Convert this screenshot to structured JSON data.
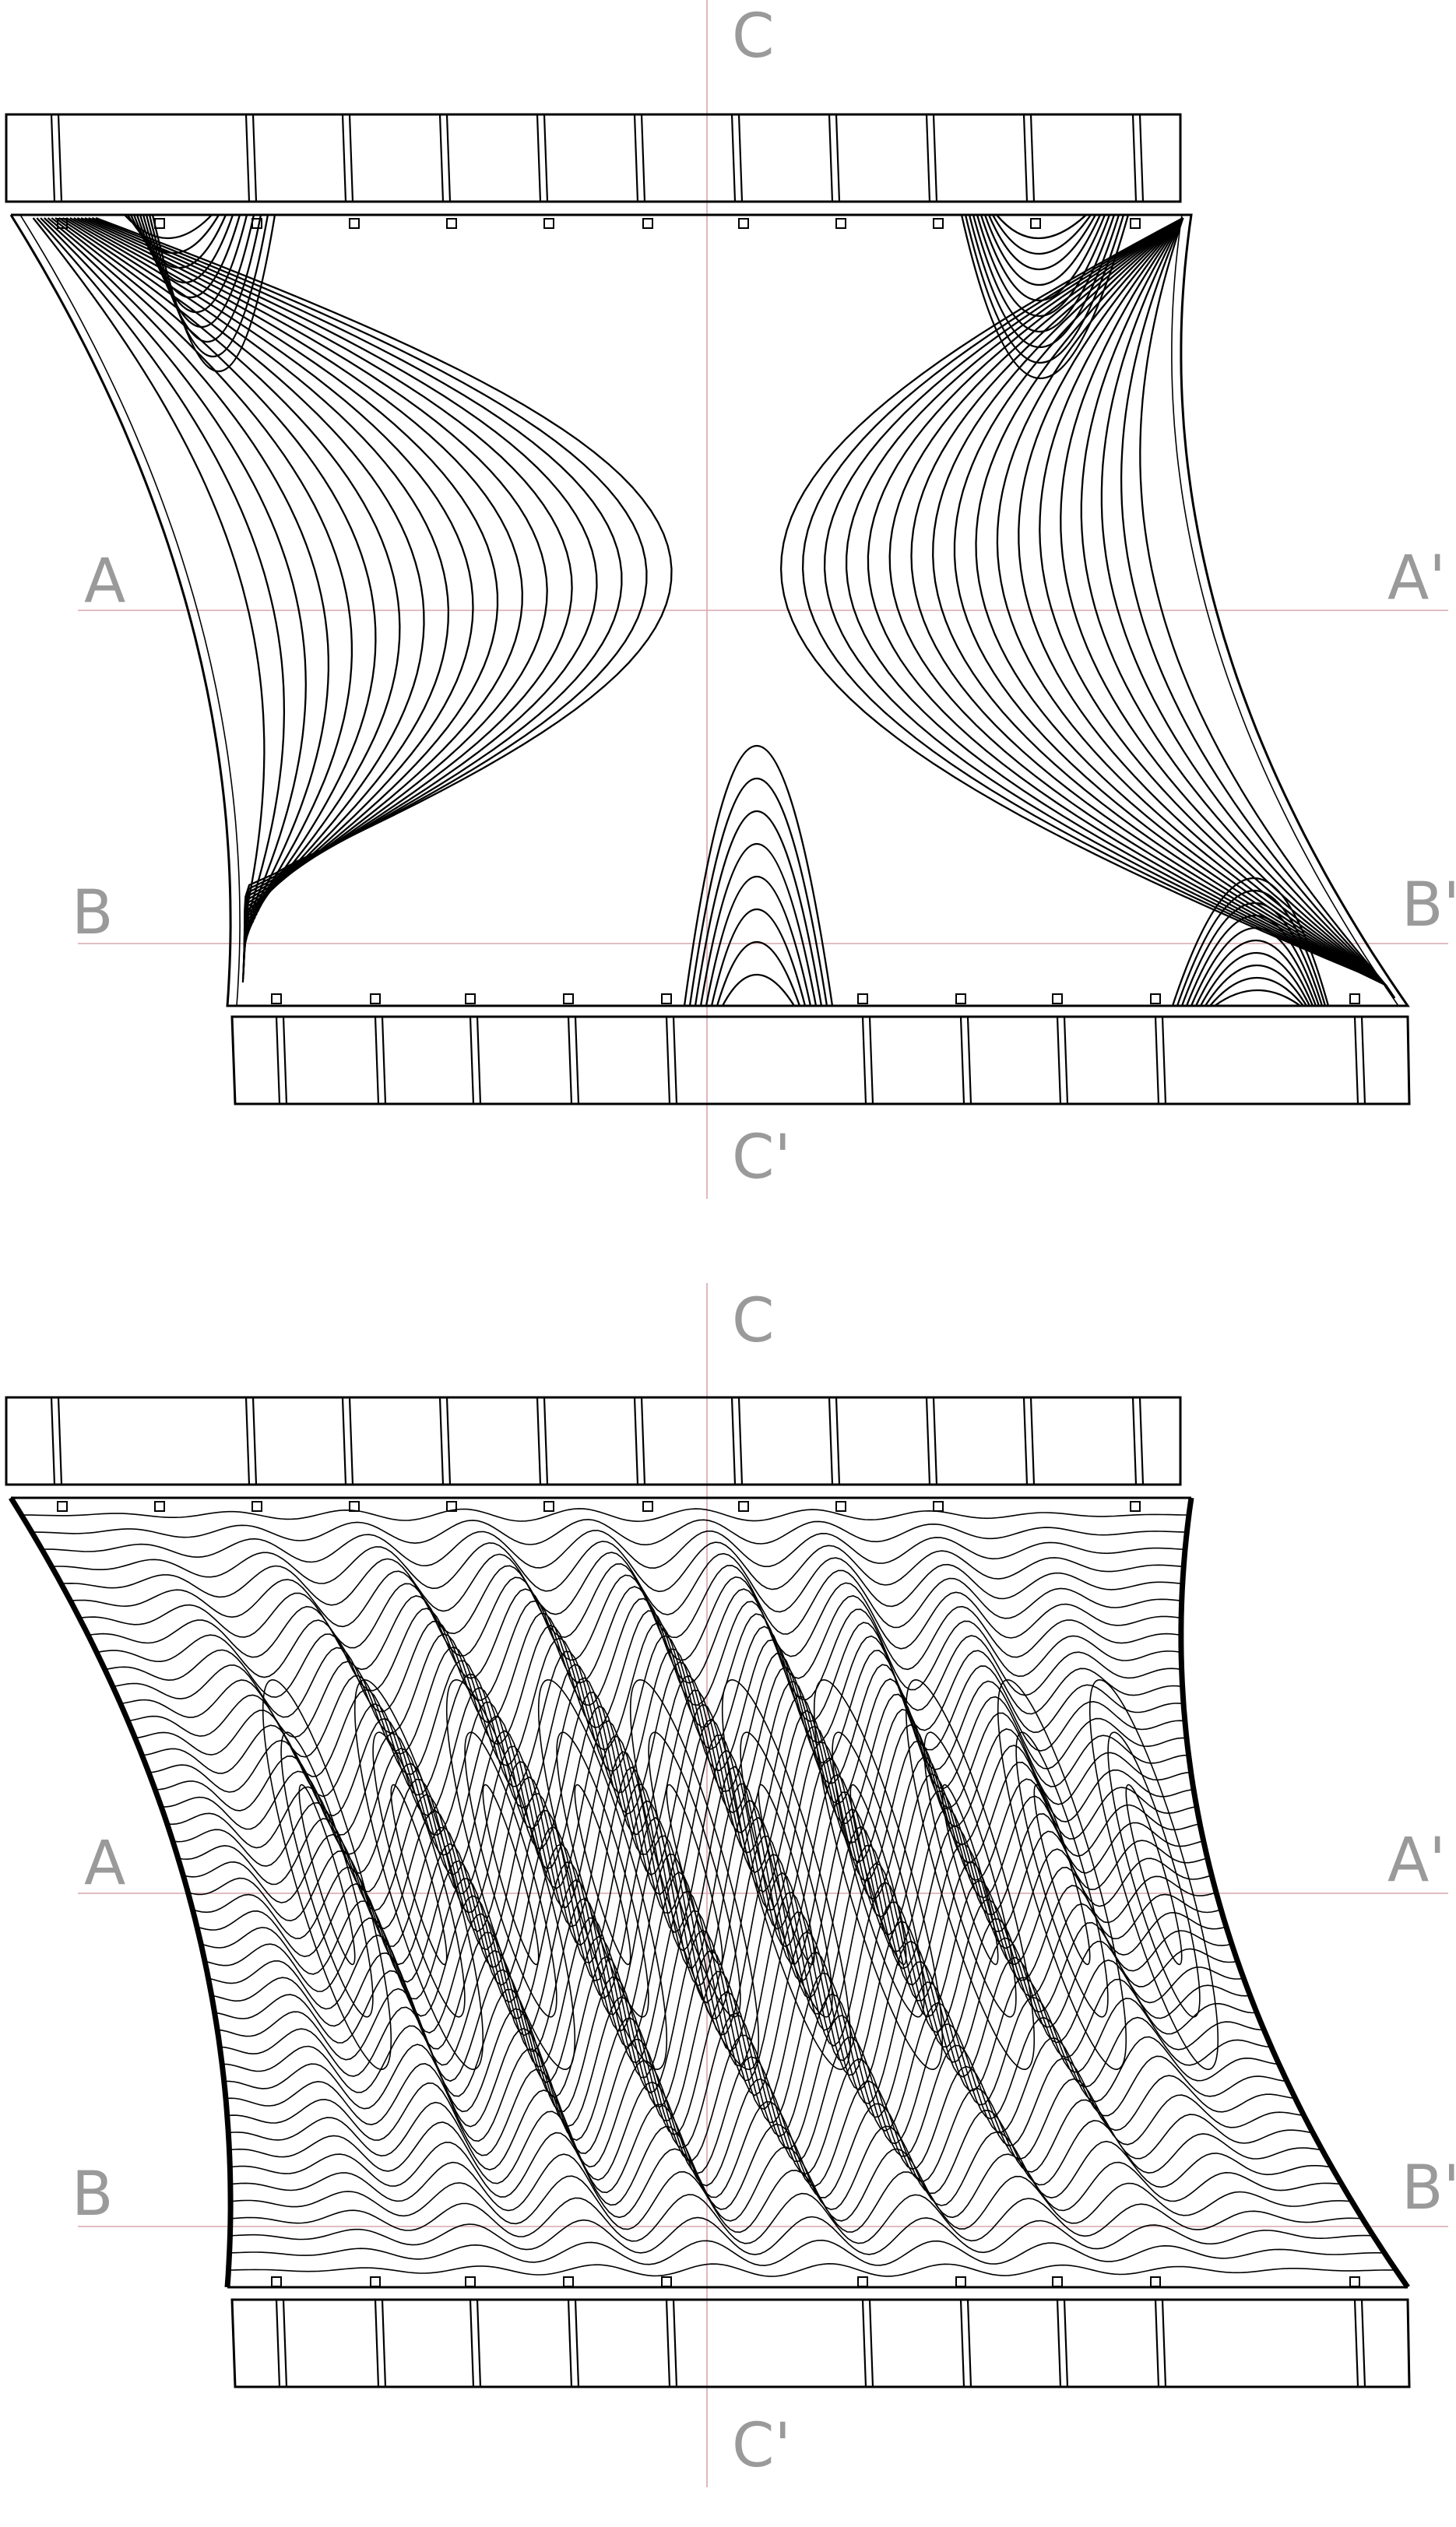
{
  "panels": [
    {
      "id": "top",
      "labels": {
        "c_top": "C",
        "c_bottom": "C'",
        "a_left": "A",
        "a_right": "A'",
        "b_left": "B",
        "b_right": "B'"
      }
    },
    {
      "id": "bottom",
      "labels": {
        "c_top": "C",
        "c_bottom": "C'",
        "a_left": "A",
        "a_right": "A'",
        "b_left": "B",
        "b_right": "B'"
      }
    }
  ],
  "colors": {
    "reference_line": "#d7a7ad",
    "label_text": "#9a9a9a",
    "drawing": "#000000"
  }
}
